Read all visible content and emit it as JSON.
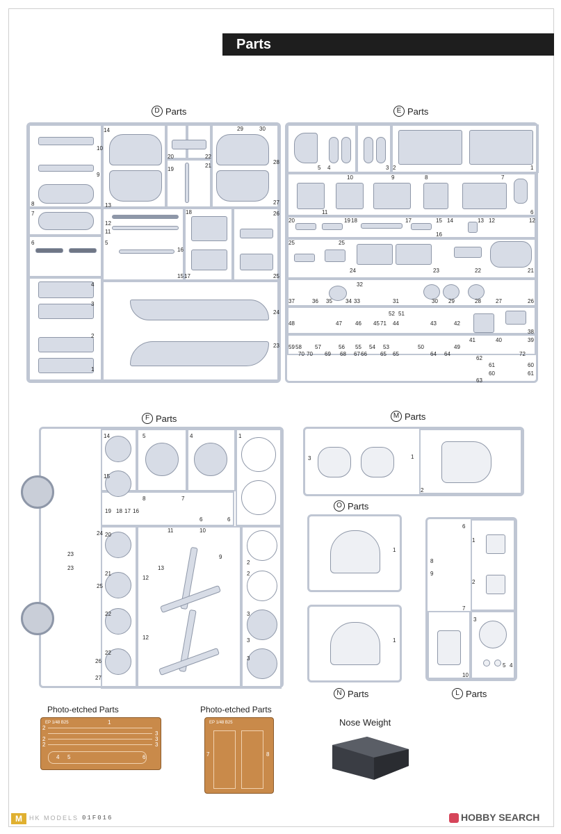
{
  "header": {
    "title": "Parts"
  },
  "sections": {
    "d": {
      "letter": "D",
      "label": "Parts"
    },
    "e": {
      "letter": "E",
      "label": "Parts"
    },
    "f": {
      "letter": "F",
      "label": "Parts"
    },
    "m": {
      "letter": "M",
      "label": "Parts"
    },
    "o": {
      "letter": "O",
      "label": "Parts"
    },
    "n": {
      "letter": "N",
      "label": "Parts"
    },
    "l": {
      "letter": "L",
      "label": "Parts"
    }
  },
  "photo_etched": {
    "label_1": "Photo-etched Parts",
    "label_2": "Photo-etched Parts",
    "sheet_1_code": "EP 1/48 B25",
    "sheet_2_code": "EP 1/48 B25"
  },
  "nose_weight": {
    "label": "Nose Weight"
  },
  "footer": {
    "brand_mark": "M",
    "brand_text": "HK MODELS",
    "code": "01F016",
    "watermark": "HOBBY SEARCH"
  },
  "d_numbers": [
    "14",
    "10",
    "9",
    "8",
    "13",
    "7",
    "12",
    "11",
    "6",
    "5",
    "4",
    "3",
    "2",
    "1",
    "20",
    "19",
    "22",
    "21",
    "29",
    "30",
    "28",
    "27",
    "18",
    "26",
    "16",
    "15",
    "17",
    "25",
    "24",
    "23"
  ],
  "e_numbers": [
    "5",
    "4",
    "3",
    "2",
    "1",
    "10",
    "9",
    "8",
    "7",
    "11",
    "6",
    "20",
    "19",
    "18",
    "17",
    "15",
    "14",
    "13",
    "12",
    "12",
    "16",
    "25",
    "25",
    "24",
    "23",
    "22",
    "21",
    "32",
    "37",
    "36",
    "35",
    "34",
    "33",
    "31",
    "30",
    "29",
    "28",
    "27",
    "26",
    "48",
    "47",
    "46",
    "45",
    "71",
    "44",
    "43",
    "42",
    "52",
    "51",
    "41",
    "40",
    "39",
    "38",
    "59",
    "58",
    "57",
    "56",
    "55",
    "54",
    "53",
    "50",
    "49",
    "70",
    "70",
    "69",
    "68",
    "67",
    "66",
    "65",
    "65",
    "64",
    "64",
    "62",
    "72",
    "61",
    "60",
    "60",
    "61",
    "63"
  ],
  "f_numbers": [
    "14",
    "5",
    "4",
    "1",
    "15",
    "8",
    "7",
    "6",
    "6",
    "19",
    "18",
    "17",
    "16",
    "24",
    "20",
    "11",
    "10",
    "2",
    "23",
    "23",
    "21",
    "13",
    "12",
    "9",
    "2",
    "25",
    "22",
    "3",
    "12",
    "3",
    "26",
    "22",
    "27",
    "3"
  ],
  "m_numbers": [
    "3",
    "1",
    "2"
  ],
  "o_numbers": [
    "1"
  ],
  "n_numbers": [
    "1"
  ],
  "l_numbers": [
    "6",
    "1",
    "8",
    "9",
    "2",
    "7",
    "3",
    "10",
    "5",
    "4"
  ],
  "pe1_numbers": [
    "1",
    "2",
    "3",
    "3",
    "2",
    "3",
    "2",
    "4",
    "5",
    "6"
  ],
  "pe2_numbers": [
    "7",
    "8"
  ]
}
